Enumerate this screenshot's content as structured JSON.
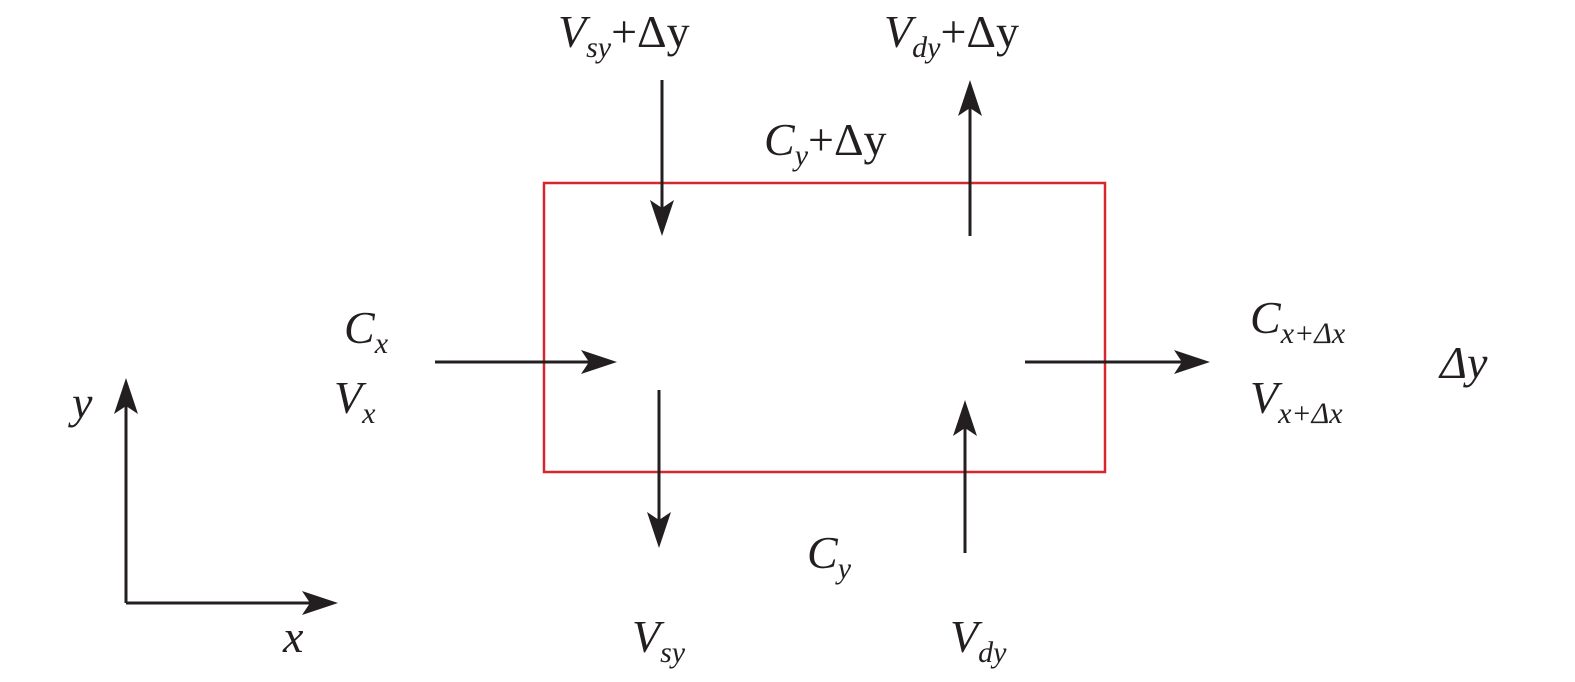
{
  "colors": {
    "box": "#d7262e",
    "ink": "#231f20"
  },
  "labels": {
    "top_left": {
      "base": "V",
      "sub": "sy",
      "suffix": "+Δy"
    },
    "top_right": {
      "base": "V",
      "sub": "dy",
      "suffix": "+Δy"
    },
    "top_center": {
      "base": "C",
      "sub": "y",
      "suffix": "+Δy"
    },
    "left_c": {
      "base": "C",
      "sub": "x"
    },
    "left_v": {
      "base": "V",
      "sub": "x"
    },
    "right_c": {
      "base": "C",
      "sub": "x+Δx"
    },
    "right_v": {
      "base": "V",
      "sub": "x+Δx"
    },
    "right_delta": "Δy",
    "bottom_center": {
      "base": "C",
      "sub": "y"
    },
    "bottom_left": {
      "base": "V",
      "sub": "sy"
    },
    "bottom_right": {
      "base": "V",
      "sub": "dy"
    },
    "axis_y": "y",
    "axis_x": "x"
  }
}
